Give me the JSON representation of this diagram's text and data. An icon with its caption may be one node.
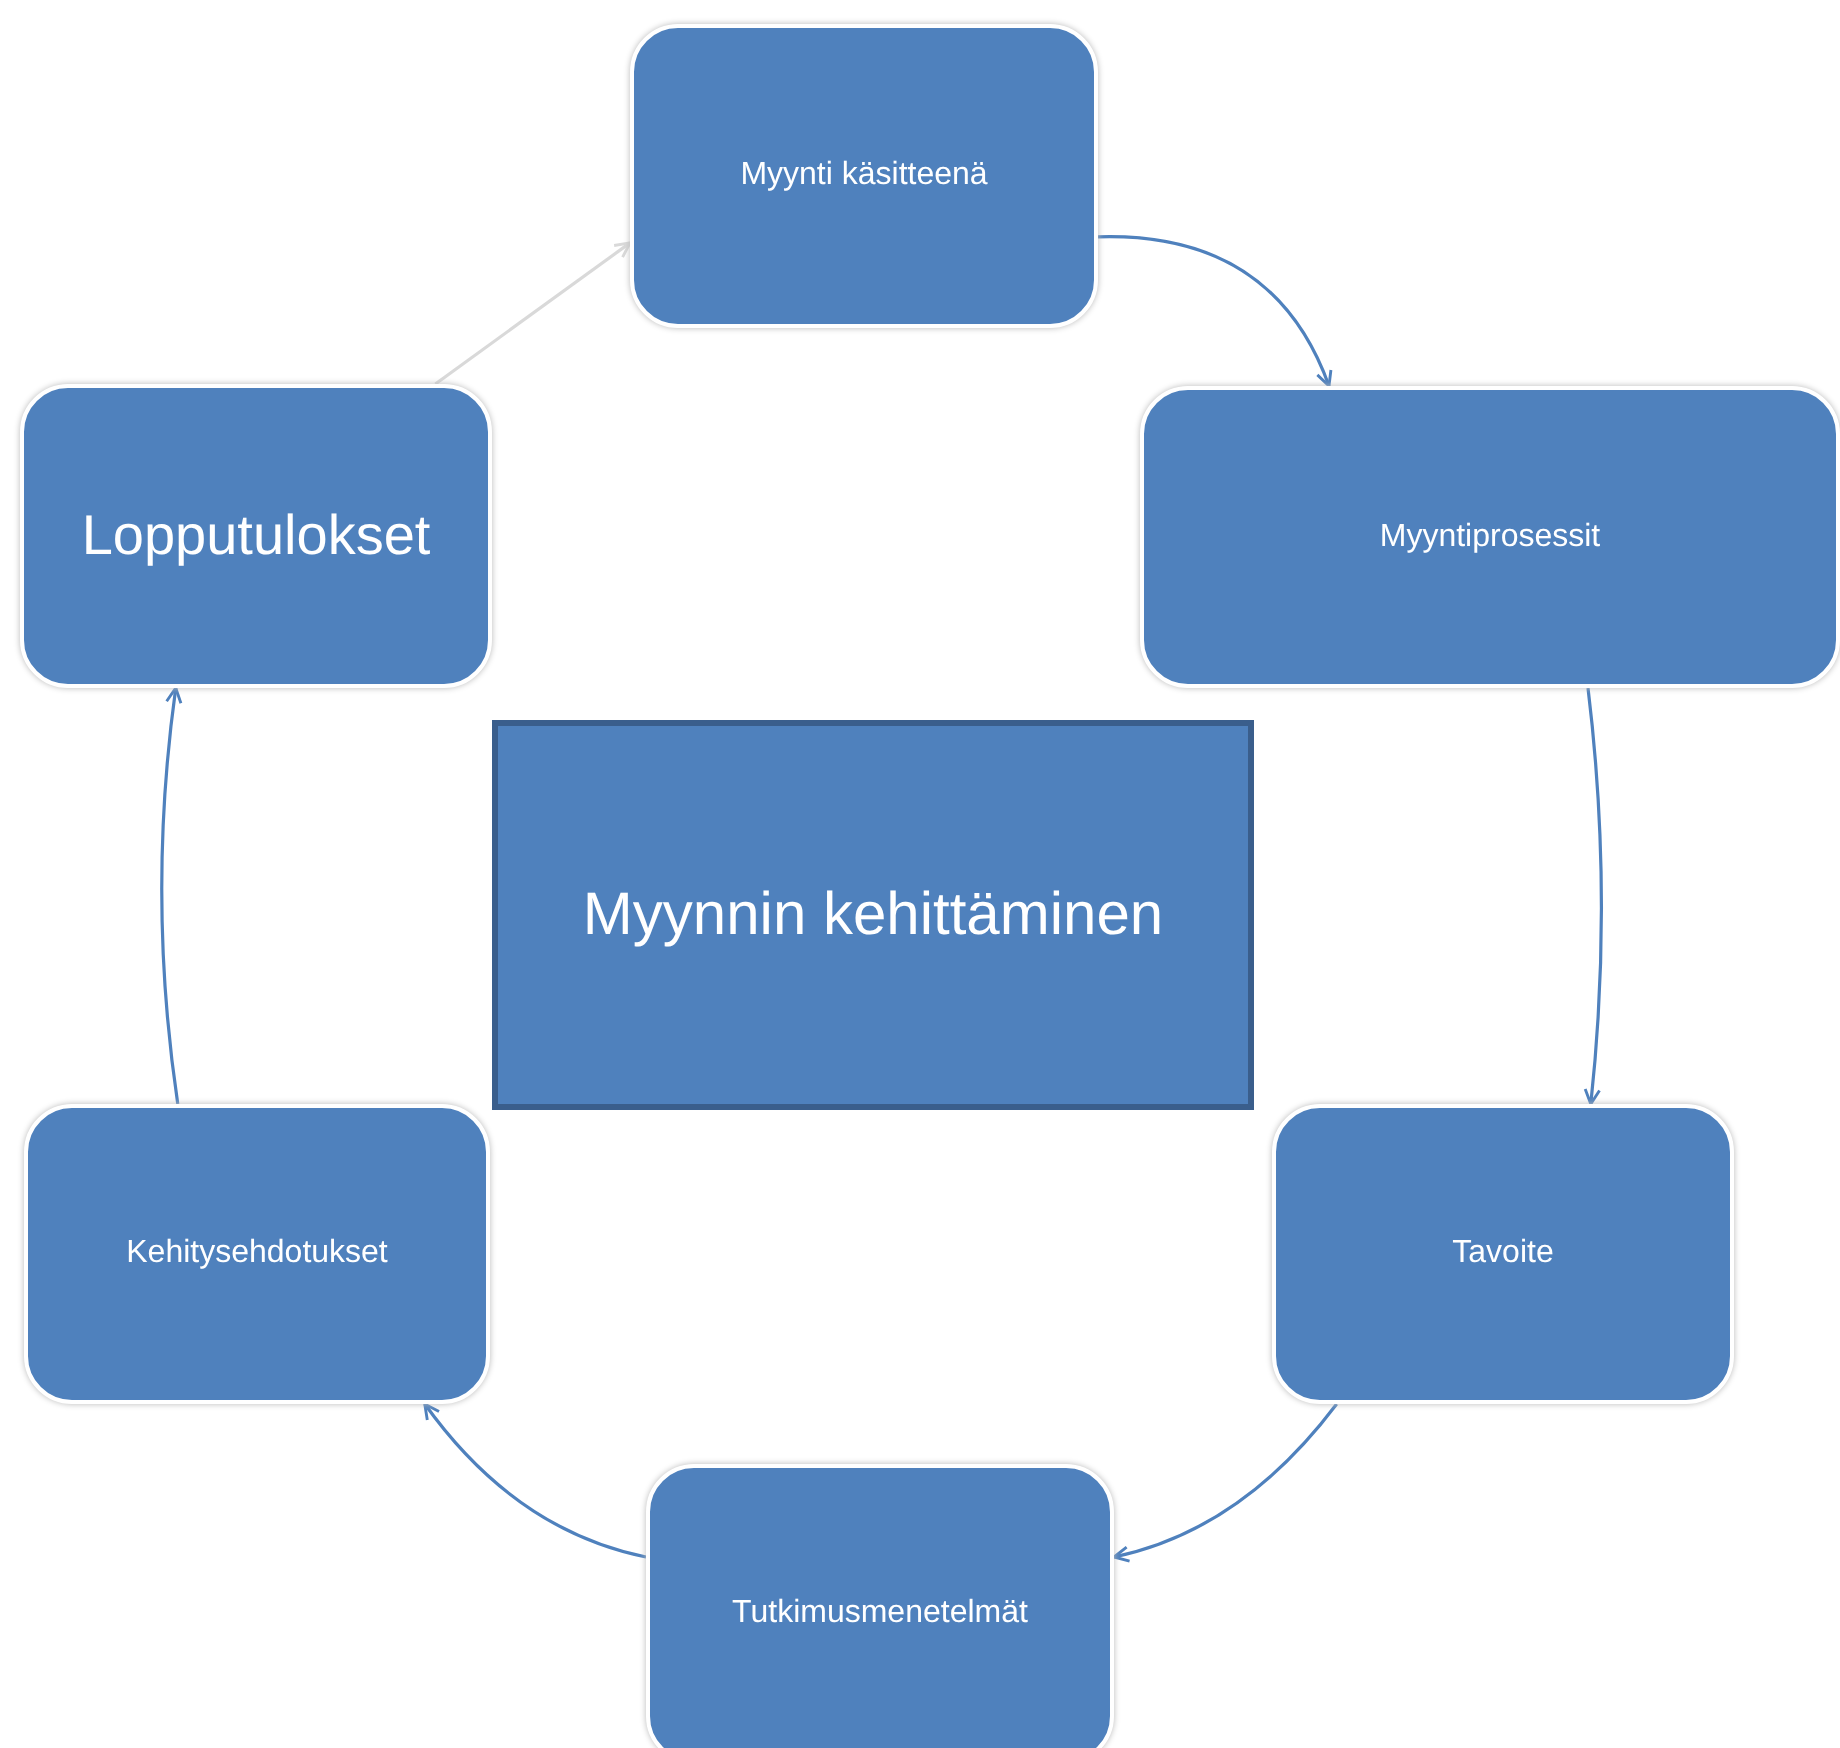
{
  "diagram": {
    "nodes": [
      {
        "text": [
          "Myynti käsitteenä"
        ]
      },
      {
        "text": [
          "Myyntiprosessit"
        ]
      },
      {
        "text": [
          "Tavoite"
        ]
      },
      {
        "text": [
          "Tutkimusmenetelmät"
        ]
      },
      {
        "text": [
          "Kehitysehdotukset"
        ]
      },
      {
        "text": [
          "Lopputulokset"
        ]
      },
      {
        "text": [
          "Myynnin kehittäminen"
        ]
      }
    ],
    "edges": [
      {
        "from": 5,
        "to": 0,
        "arrow": "to",
        "color": "#d9d9d9"
      },
      {
        "from": 0,
        "to": 1,
        "arrow": "to"
      },
      {
        "from": 1,
        "to": 2,
        "arrow": "to"
      },
      {
        "from": 2,
        "to": 3,
        "arrow": "to"
      },
      {
        "from": 3,
        "to": 4,
        "arrow": "to"
      },
      {
        "from": 4,
        "to": 5,
        "arrow": "to"
      }
    ]
  }
}
